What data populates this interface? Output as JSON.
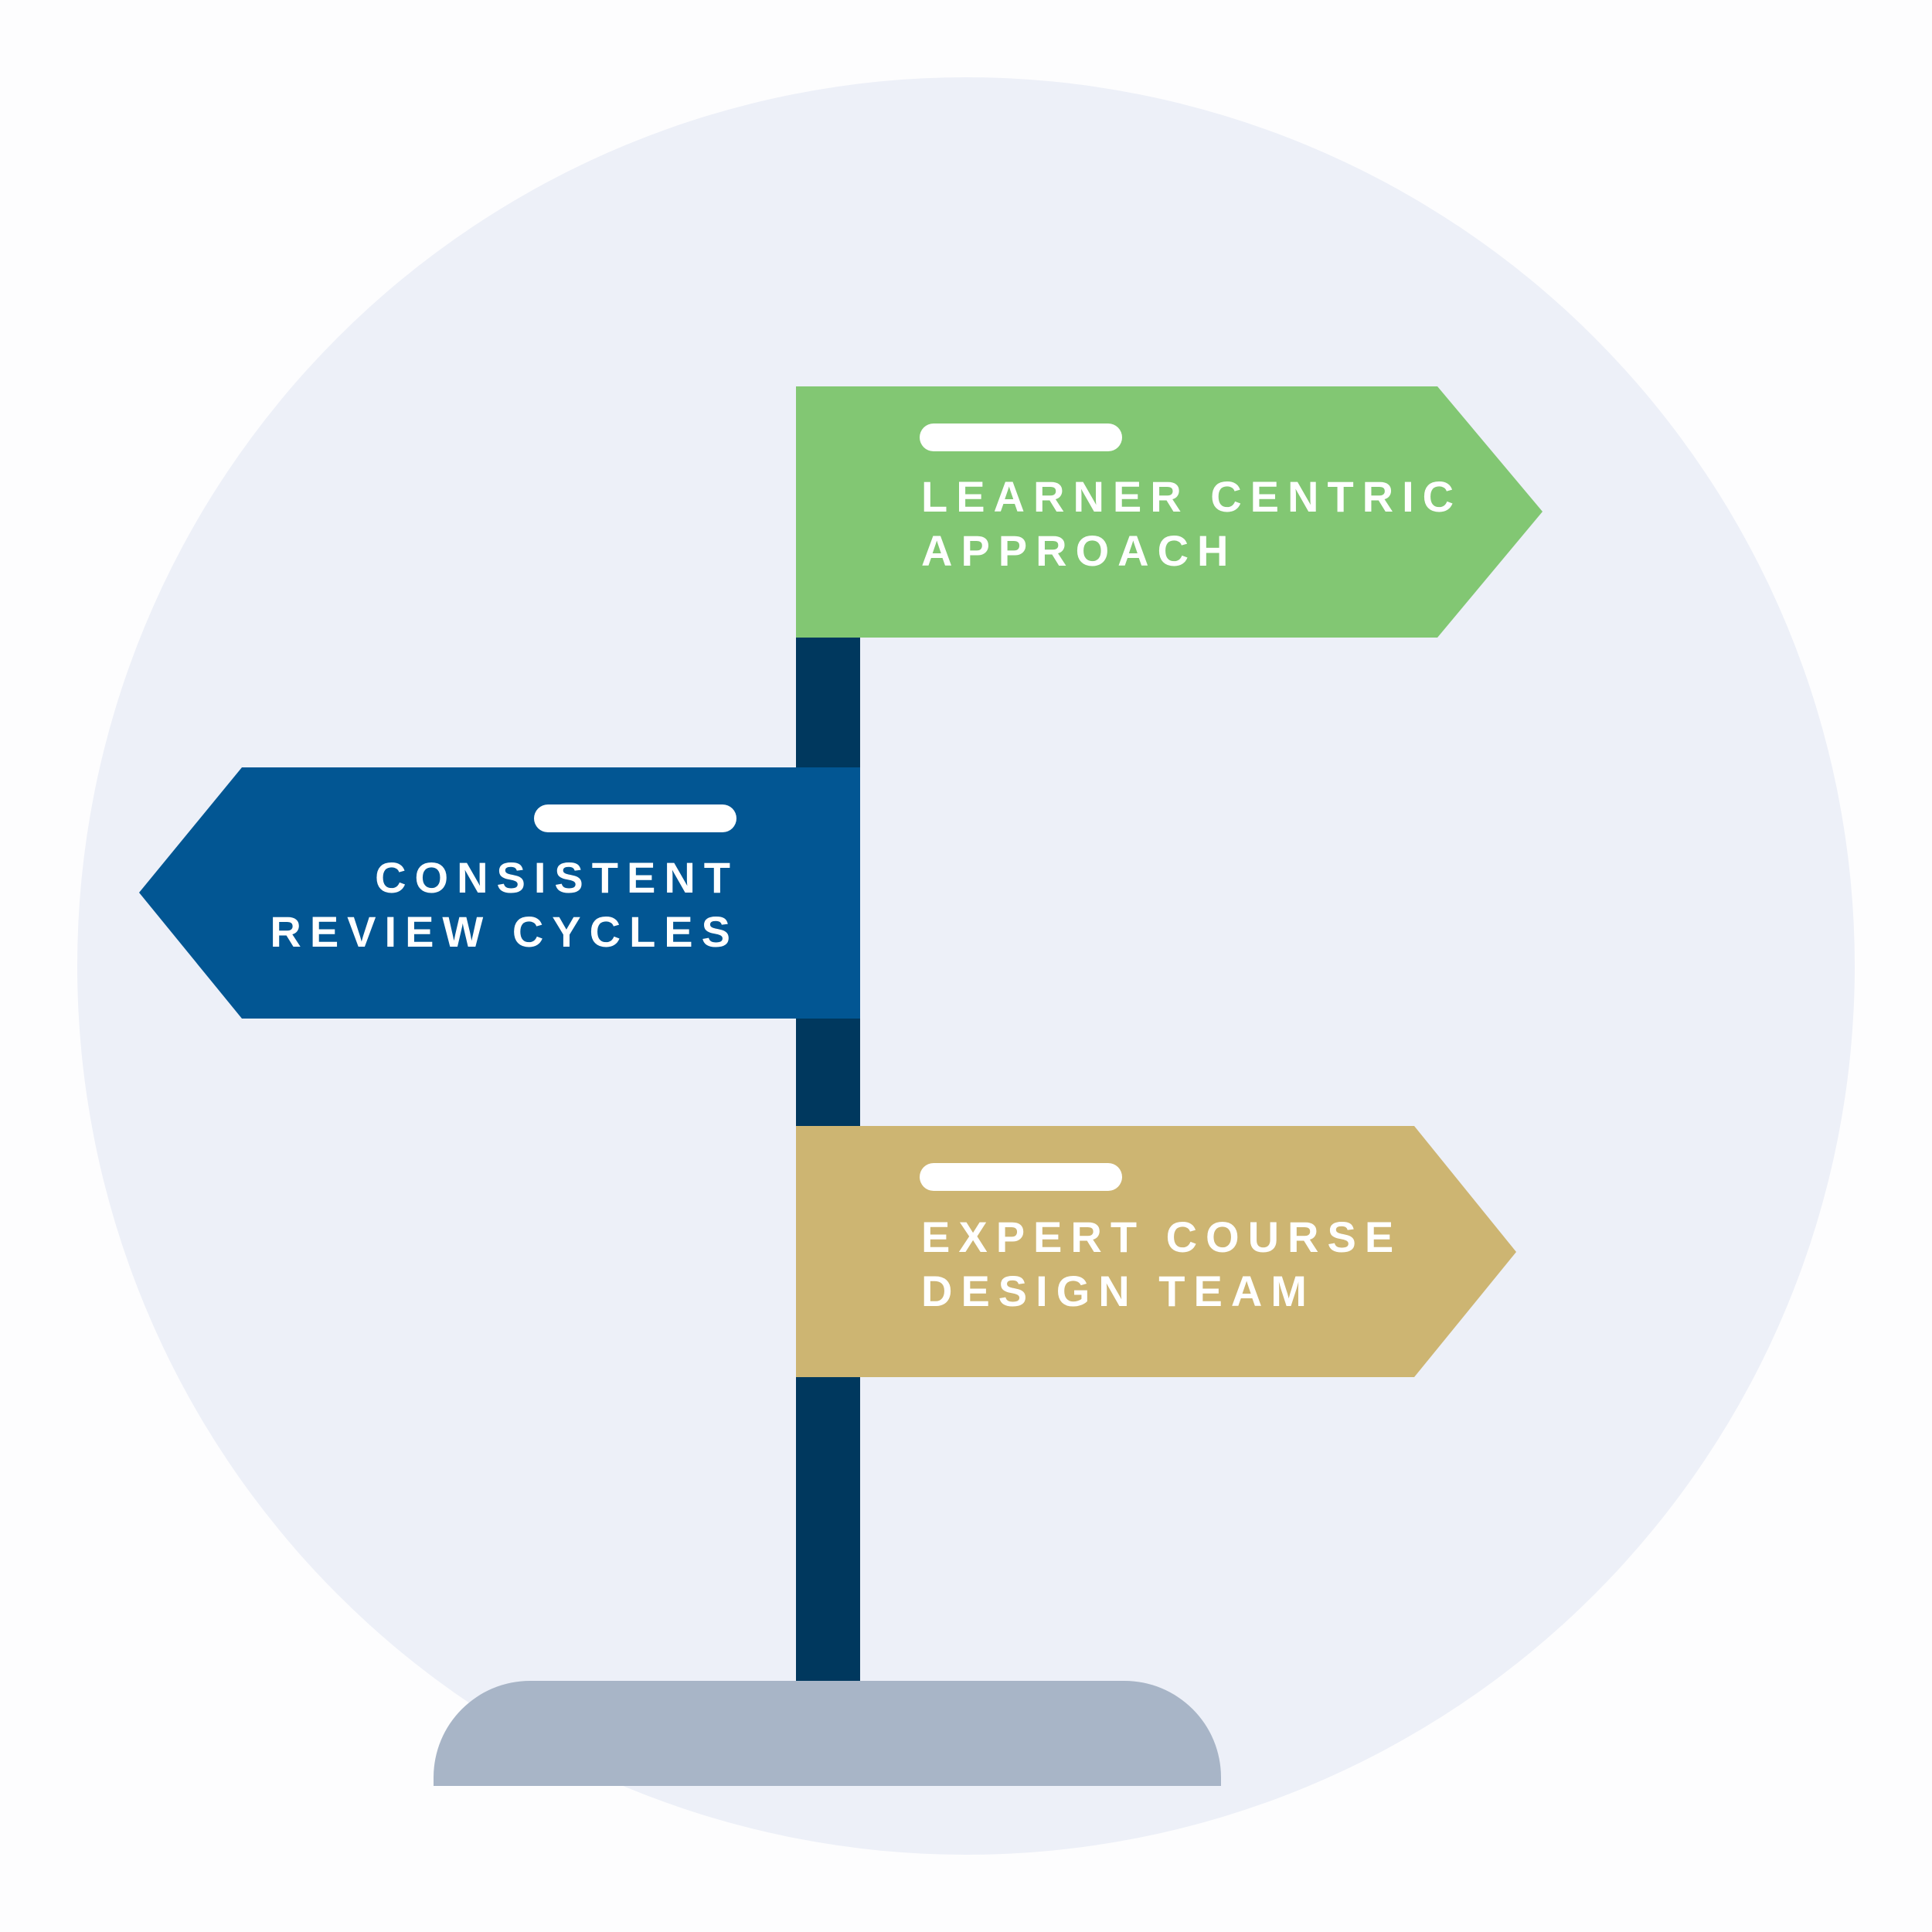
{
  "colors": {
    "background": "#fdfdfe",
    "circle": "#edf0f8",
    "post": "#00385e",
    "base": "#a8b5c7",
    "text": "#ffffff"
  },
  "signs": [
    {
      "id": "learner",
      "direction": "right",
      "color": "#82c773",
      "lines": [
        "LEARNER CENTRIC",
        "APPROACH"
      ]
    },
    {
      "id": "review",
      "direction": "left",
      "color": "#025693",
      "lines": [
        "CONSISTENT",
        "REVIEW CYCLES"
      ]
    },
    {
      "id": "expert",
      "direction": "right",
      "color": "#cdb572",
      "lines": [
        "EXPERT COURSE",
        "DESIGN TEAM"
      ]
    }
  ]
}
